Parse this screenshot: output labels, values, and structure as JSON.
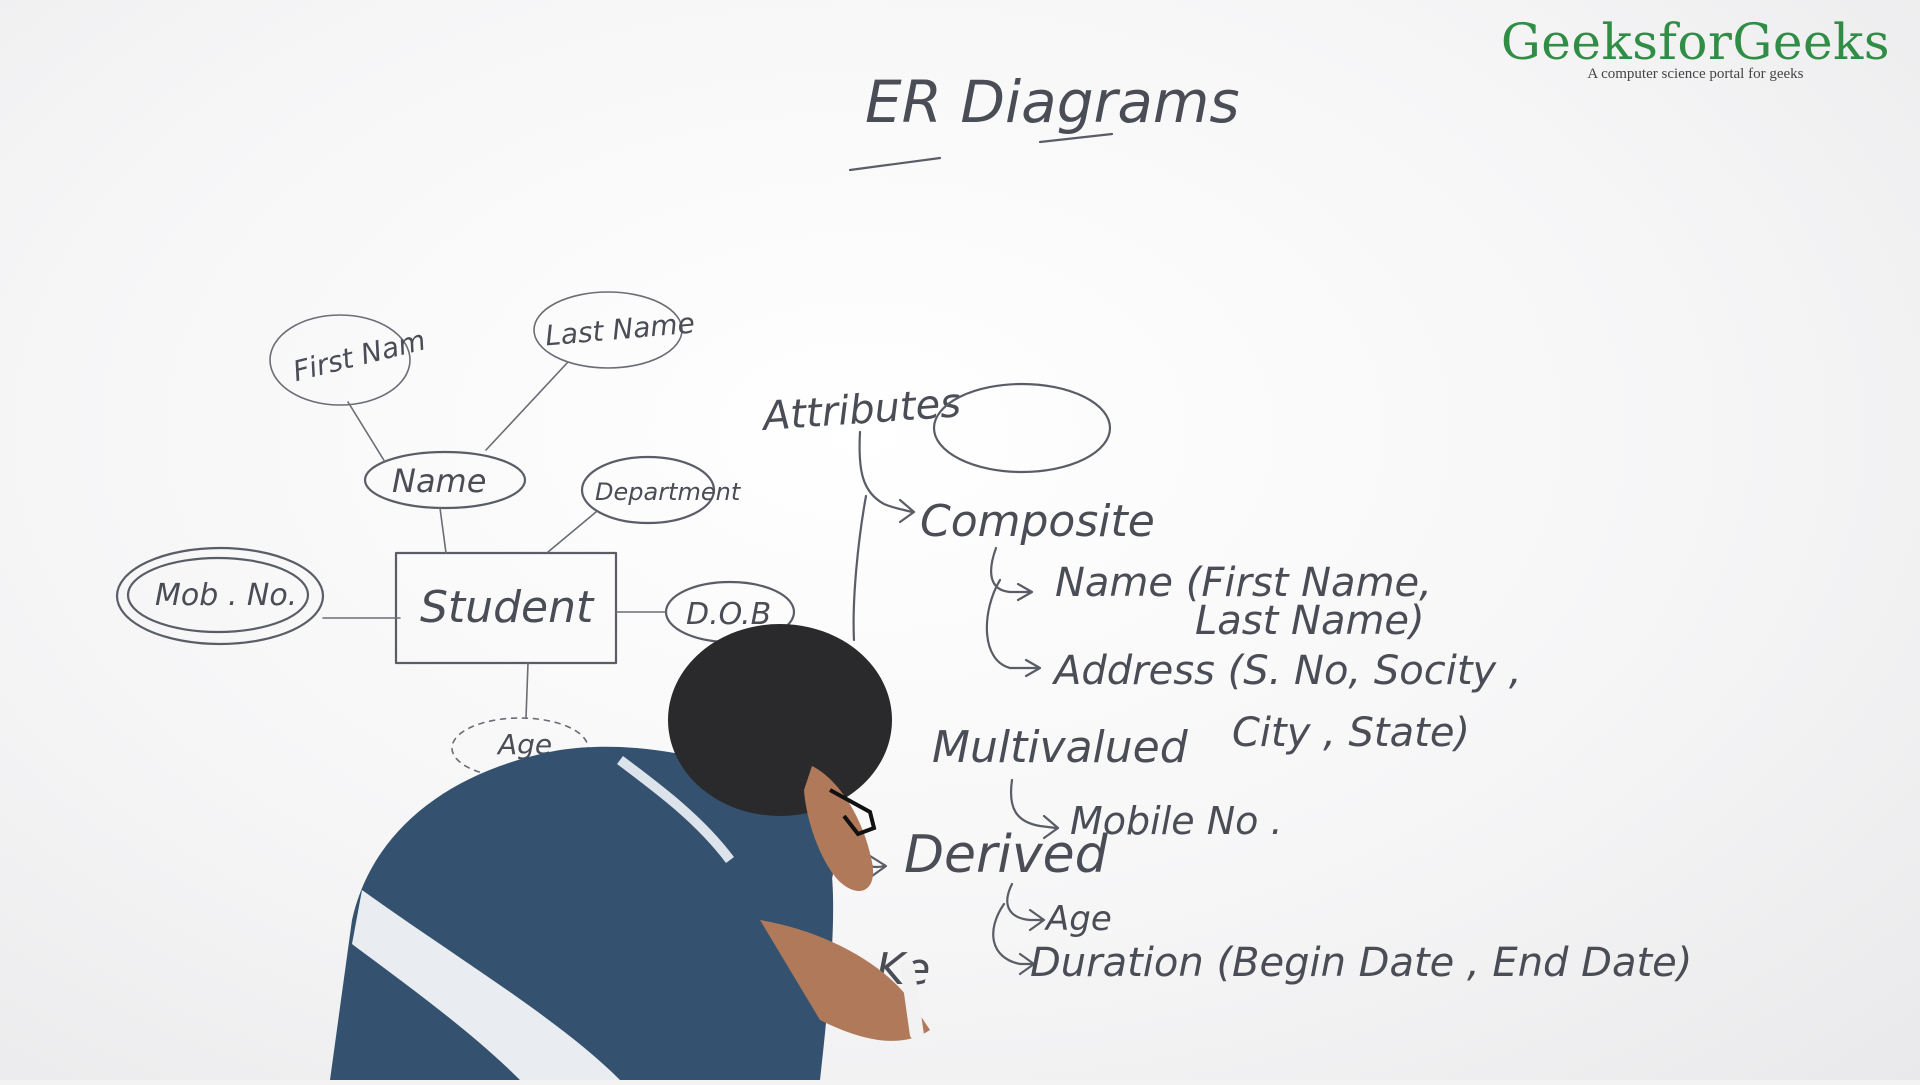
{
  "logo": {
    "brand": "GeeksforGeeks",
    "tagline": "A computer science portal for geeks",
    "color": "#2f8d46"
  },
  "board": {
    "title": "ER Diagrams",
    "er_diagram": {
      "entity": "Student",
      "attributes": {
        "first_name": "First Nam",
        "last_name": "Last Name",
        "name": "Name",
        "department": "Department",
        "mob_no": "Mob . No.",
        "dob": "D.O.B",
        "age": "Age"
      }
    },
    "notes": {
      "heading": "Attributes",
      "composite": "Composite",
      "composite_name": "Name (First Name,",
      "composite_name_2": "Last Name)",
      "composite_address": "Address (S. No, Socity ,",
      "composite_address_2": "City , State)",
      "multivalued": "Multivalued",
      "multivalued_example": "Mobile No .",
      "derived": "Derived",
      "derived_age": "Age",
      "derived_duration": "Duration (Begin Date , End Date)",
      "key_partial": "Ke"
    }
  }
}
